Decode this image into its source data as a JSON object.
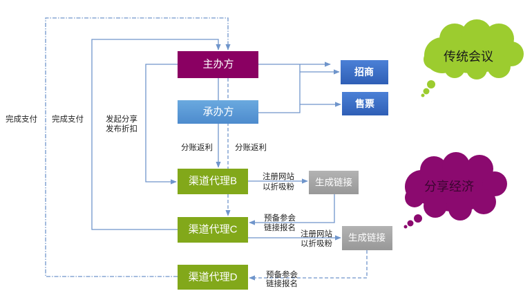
{
  "colors": {
    "line": "#6f95cb",
    "host": "#8a0062",
    "co_host_top": "#6aa9df",
    "co_host_bottom": "#4d8bcd",
    "blue_top": "#4b80d6",
    "blue_bottom": "#2f5fb6",
    "agent_green": "#82a81a",
    "link_gray_top": "#b3b3b3",
    "link_gray_bottom": "#989898",
    "cloud_green": "#9ccc2f",
    "cloud_purple": "#8b0a6f",
    "cloud_green_text": "#1a1a1a",
    "cloud_purple_text": "#3b0530"
  },
  "nodes": {
    "host": {
      "label": "主办方"
    },
    "co_host": {
      "label": "承办方"
    },
    "sponsorship": {
      "label": "招商"
    },
    "ticketing": {
      "label": "售票"
    },
    "agent_b": {
      "label": "渠道代理B"
    },
    "agent_c": {
      "label": "渠道代理C"
    },
    "agent_d": {
      "label": "渠道代理D"
    },
    "link_b": {
      "label": "生成链接"
    },
    "link_c": {
      "label": "生成链接"
    }
  },
  "edges": {
    "complete_payment_outer": {
      "lines": [
        "完成支付"
      ]
    },
    "complete_payment_inner": {
      "lines": [
        "完成支付"
      ]
    },
    "initiate_share": {
      "lines": [
        "发起分享",
        "发布折扣"
      ]
    },
    "revenue_share_left": {
      "lines": [
        "分账返利"
      ]
    },
    "revenue_share_right": {
      "lines": [
        "分账返利"
      ]
    },
    "register_b": {
      "lines": [
        "注册网站",
        "以折吸粉"
      ]
    },
    "preregister_c": {
      "lines": [
        "预备参会",
        "链接报名"
      ]
    },
    "register_c": {
      "lines": [
        "注册网站",
        "以折吸粉"
      ]
    },
    "preregister_d": {
      "lines": [
        "预备参会",
        "链接报名"
      ]
    }
  },
  "clouds": {
    "traditional": {
      "label": "传统会议"
    },
    "sharing": {
      "label": "分享经济"
    }
  }
}
